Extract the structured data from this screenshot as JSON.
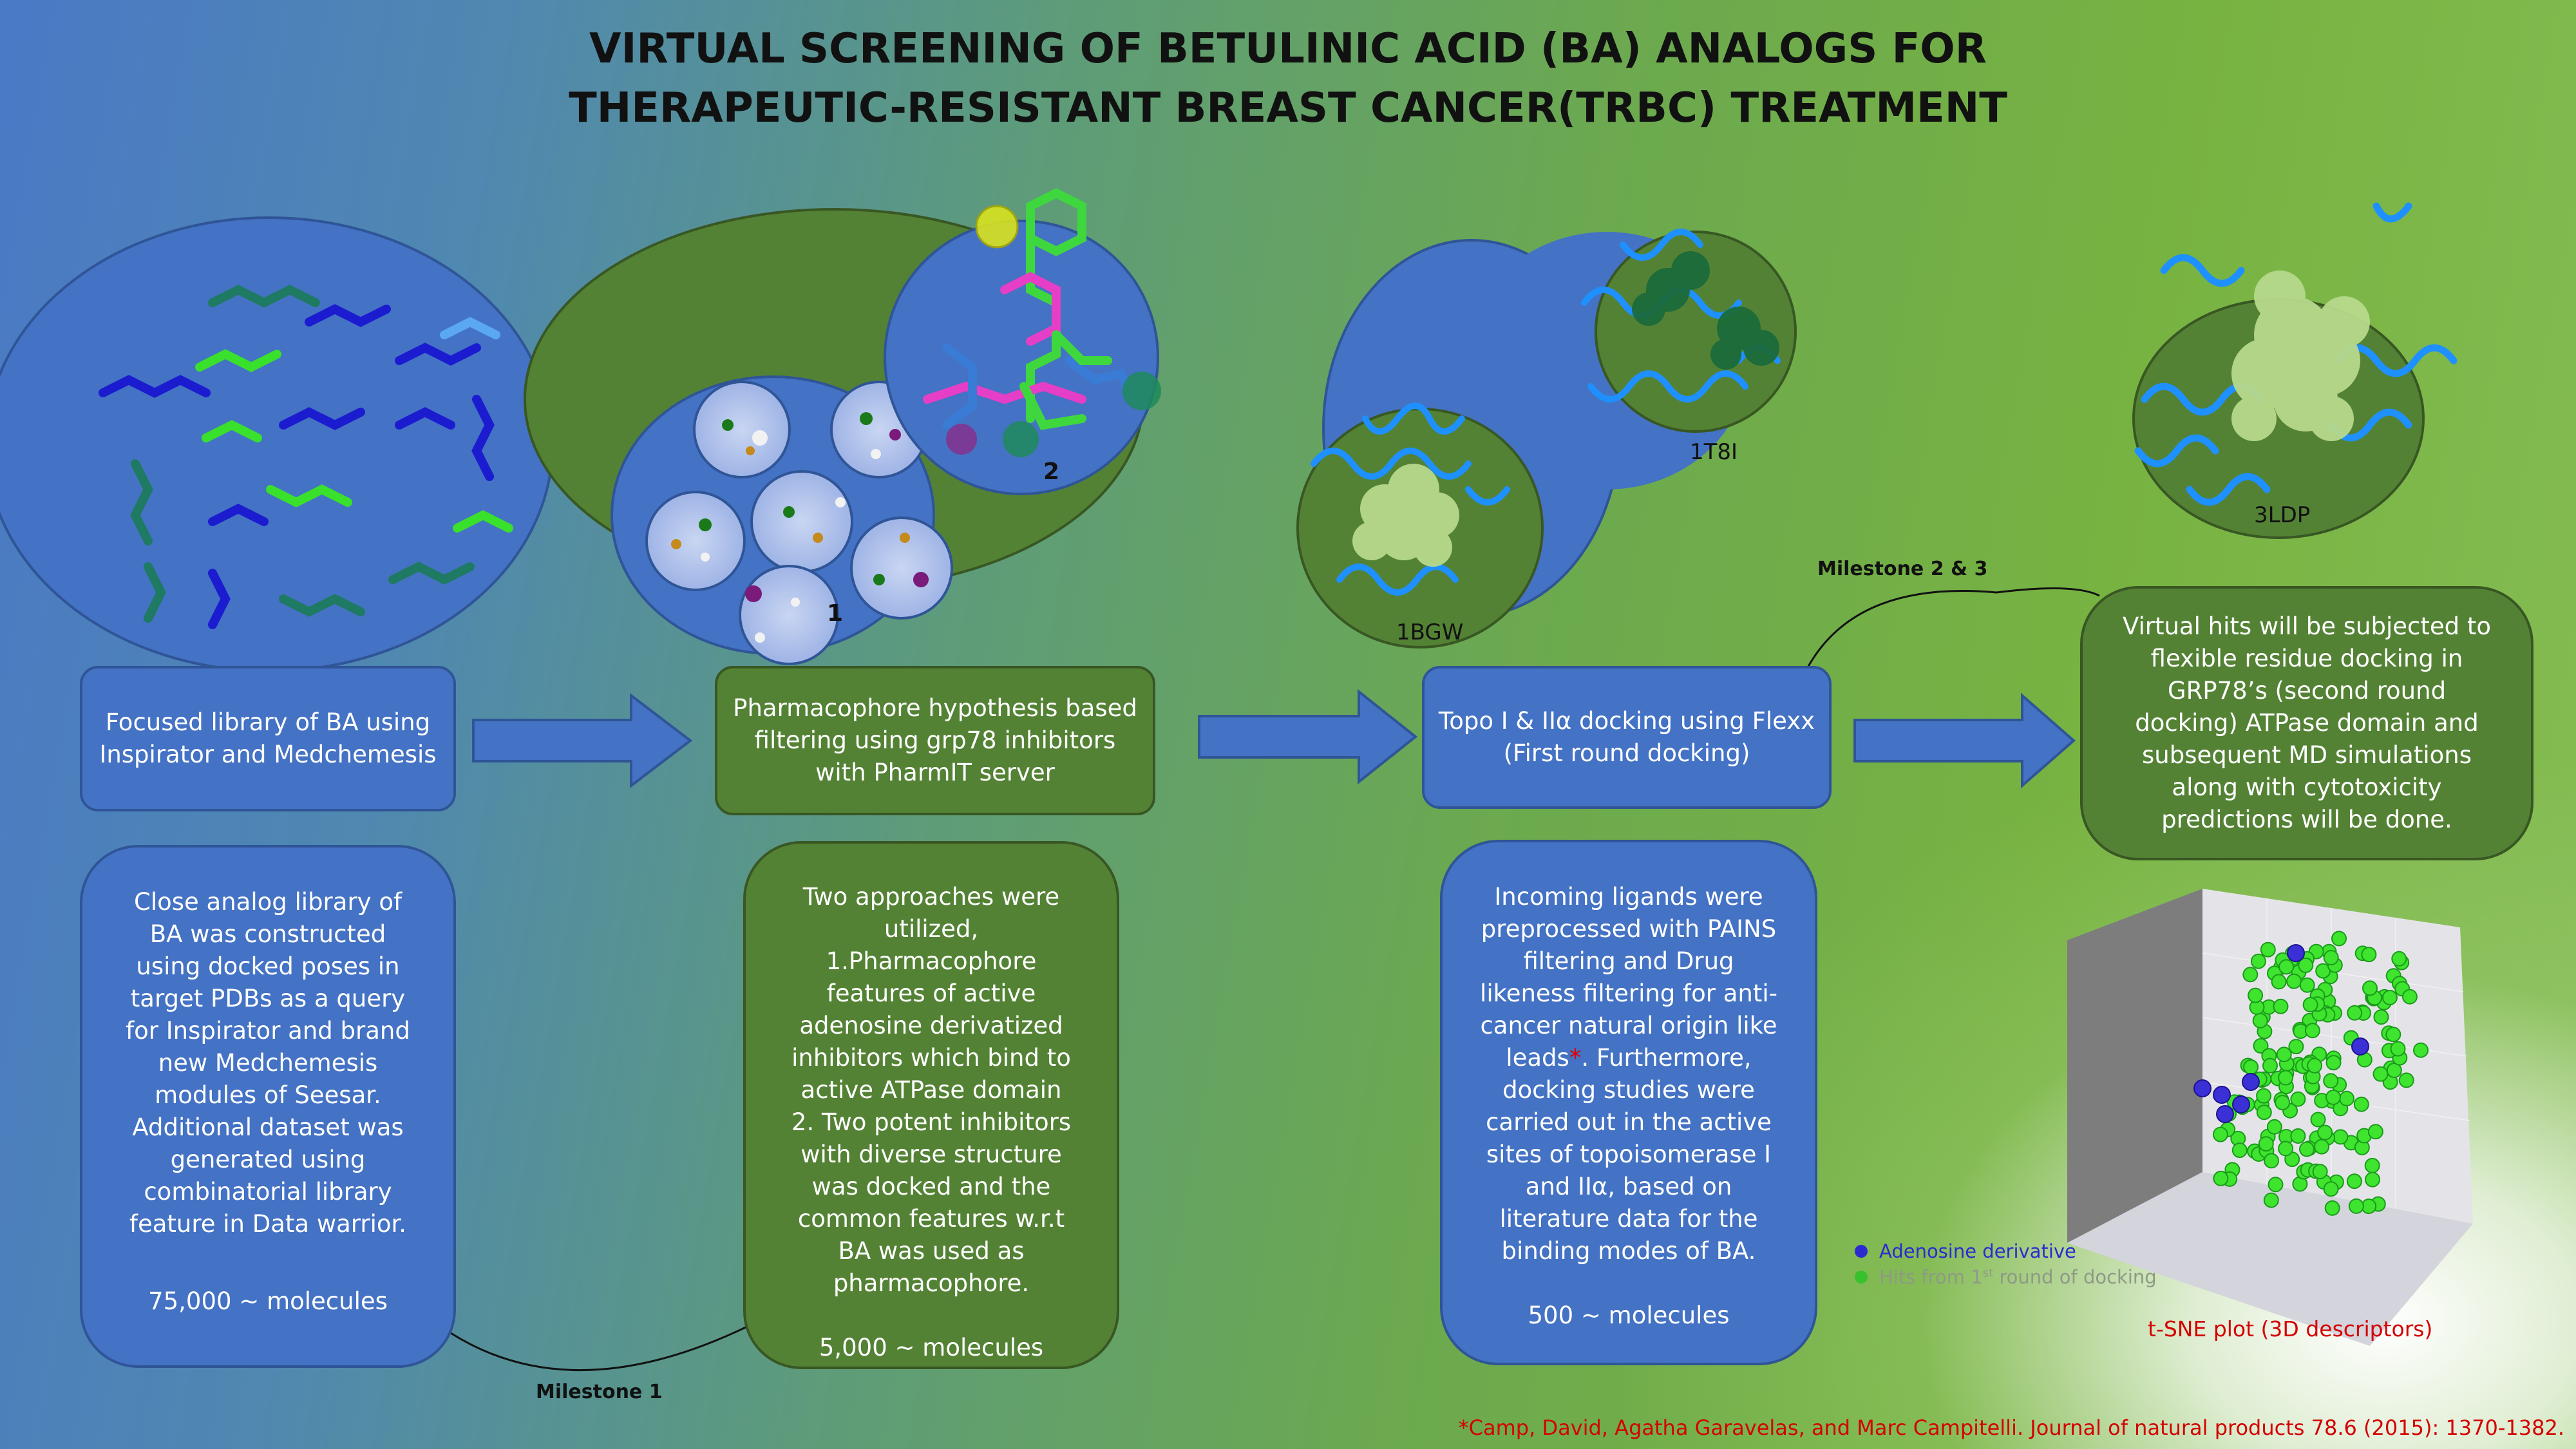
{
  "title": {
    "line1": "VIRTUAL SCREENING OF BETULINIC ACID (BA) ANALOGS FOR",
    "line2": "THERAPEUTIC-RESISTANT BREAST CANCER(TRBC) TREATMENT"
  },
  "steps": [
    {
      "header": "Focused library of BA using Inspirator and Medchemesis"
    },
    {
      "header": "Pharmacophore hypothesis based filtering using grp78 inhibitors with PharmIT server"
    },
    {
      "header_line1": "Topo I & IIα  docking using Flexx",
      "header_line2": "(First round docking)"
    },
    {
      "header": "Virtual hits will be subjected to flexible residue docking in GRP78’s (second round docking) ATPase domain and subsequent MD simulations along with cytotoxicity predictions will be done."
    }
  ],
  "details": [
    {
      "text": "Close analog library of BA was constructed using docked poses in target PDBs as a query for Inspirator and brand new Medchemesis modules of Seesar. Additional dataset was generated using combinatorial library feature in Data warrior.",
      "count": "75,000 ~ molecules"
    },
    {
      "lines": [
        "Two approaches were utilized,",
        "1.Pharmacophore features of active adenosine derivatized inhibitors which bind to active ATPase domain",
        "2. Two potent inhibitors with diverse structure was docked and the common features w.r.t BA was used as pharmacophore."
      ],
      "count": "5,000 ~ molecules"
    },
    {
      "text": "Incoming ligands were preprocessed with PAINS filtering and Drug likeness filtering for anti-cancer natural origin like leads",
      "asterisk": "*",
      "text2": ". Furthermore, docking studies were carried out in the active sites of topoisomerase I and IIα, based on literature data for the binding modes of BA.",
      "count": "500 ~ molecules"
    }
  ],
  "milestones": {
    "m1": "Milestone 1",
    "m23": "Milestone 2 & 3"
  },
  "figure_labels": {
    "one": "1",
    "two": "2",
    "pdb_1bgw": "1BGW",
    "pdb_1t8i": "1T8I",
    "pdb_3ldp": "3LDP"
  },
  "tsne": {
    "legend": [
      {
        "label": "Adenosine  derivative",
        "color": "#2b2bd0"
      },
      {
        "label_prefix": "Hits from 1",
        "label_sup": "st",
        "label_suffix": " round of docking",
        "color": "#39c12b"
      }
    ],
    "caption": "t-SNE plot (3D descriptors)"
  },
  "citation": "*Camp, David, Agatha Garavelas, and Marc Campitelli. Journal of natural products 78.6 (2015): 1370-1382."
}
